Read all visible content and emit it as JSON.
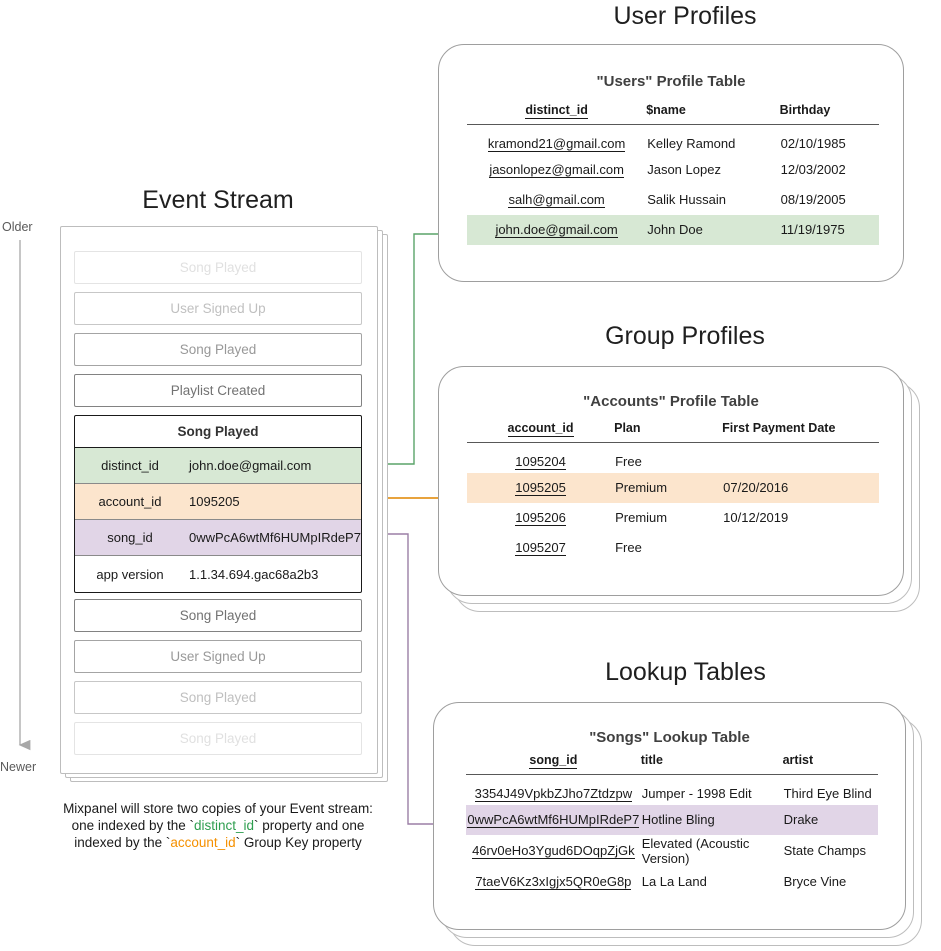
{
  "event_stream": {
    "title": "Event Stream",
    "axis": {
      "older": "Older",
      "newer": "Newer"
    },
    "events_before": [
      {
        "label": "Song Played",
        "fade": "f1"
      },
      {
        "label": "User Signed Up",
        "fade": "f2"
      },
      {
        "label": "Song Played",
        "fade": "f3"
      },
      {
        "label": "Playlist Created",
        "fade": "f4"
      }
    ],
    "expanded_event": {
      "name": "Song Played",
      "properties": [
        {
          "key": "distinct_id",
          "value": "john.doe@gmail.com",
          "highlight": "green"
        },
        {
          "key": "account_id",
          "value": "1095205",
          "highlight": "orange"
        },
        {
          "key": "song_id",
          "value": "0wwPcA6wtMf6HUMpIRdeP7",
          "highlight": "purple"
        },
        {
          "key": "app version",
          "value": "1.1.34.694.gac68a2b3",
          "highlight": "none"
        }
      ]
    },
    "events_after": [
      {
        "label": "Song Played",
        "fade": "f4"
      },
      {
        "label": "User Signed Up",
        "fade": "f3"
      },
      {
        "label": "Song Played",
        "fade": "f2"
      },
      {
        "label": "Song Played",
        "fade": "f1"
      }
    ],
    "caption": {
      "line1": "Mixpanel will store two copies of your Event stream:",
      "line2_pre": "one indexed by the `",
      "line2_code": "distinct_id",
      "line2_post": "` property and one",
      "line3_pre": "indexed by the `",
      "line3_code": "account_id",
      "line3_post": "` Group Key property"
    }
  },
  "user_profiles": {
    "section_title": "User Profiles",
    "table_title": "\"Users\" Profile Table",
    "columns": [
      "distinct_id",
      "$name",
      "Birthday"
    ],
    "rows": [
      {
        "cells": [
          "kramond21@gmail.com",
          "Kelley Ramond",
          "02/10/1985"
        ],
        "highlight": "none"
      },
      {
        "cells": [
          "jasonlopez@gmail.com",
          "Jason Lopez",
          "12/03/2002"
        ],
        "highlight": "none"
      },
      {
        "cells": [
          "salh@gmail.com",
          "Salik Hussain",
          "08/19/2005"
        ],
        "highlight": "none"
      },
      {
        "cells": [
          "john.doe@gmail.com",
          "John Doe",
          "11/19/1975"
        ],
        "highlight": "green"
      }
    ]
  },
  "group_profiles": {
    "section_title": "Group Profiles",
    "table_title": "\"Accounts\" Profile Table",
    "columns": [
      "account_id",
      "Plan",
      "First Payment Date"
    ],
    "rows": [
      {
        "cells": [
          "1095204",
          "Free",
          ""
        ],
        "highlight": "none"
      },
      {
        "cells": [
          "1095205",
          "Premium",
          "07/20/2016"
        ],
        "highlight": "orange"
      },
      {
        "cells": [
          "1095206",
          "Premium",
          "10/12/2019"
        ],
        "highlight": "none"
      },
      {
        "cells": [
          "1095207",
          "Free",
          ""
        ],
        "highlight": "none"
      }
    ]
  },
  "lookup_tables": {
    "section_title": "Lookup Tables",
    "table_title": "\"Songs\" Lookup Table",
    "columns": [
      "song_id",
      "title",
      "artist"
    ],
    "rows": [
      {
        "cells": [
          "3354J49VpkbZJho7Ztdzpw",
          "Jumper - 1998 Edit",
          "Third Eye Blind"
        ],
        "highlight": "none"
      },
      {
        "cells": [
          "0wwPcA6wtMf6HUMpIRdeP7",
          "Hotline Bling",
          "Drake"
        ],
        "highlight": "purple"
      },
      {
        "cells": [
          "46rv0eHo3Ygud6DOqpZjGk",
          "Elevated (Acoustic Version)",
          "State Champs"
        ],
        "highlight": "none"
      },
      {
        "cells": [
          "7taeV6Kz3xIgjx5QR0eG8p",
          "La La Land",
          "Bryce Vine"
        ],
        "highlight": "none"
      }
    ]
  },
  "colors": {
    "green": "#d7e8d4",
    "orange": "#fce5cd",
    "purple": "#e1d5e7",
    "arrow_green": "#5aa469",
    "arrow_orange": "#e8a33d",
    "arrow_purple": "#9b7fa6",
    "card_border": "#9e9e9e"
  }
}
